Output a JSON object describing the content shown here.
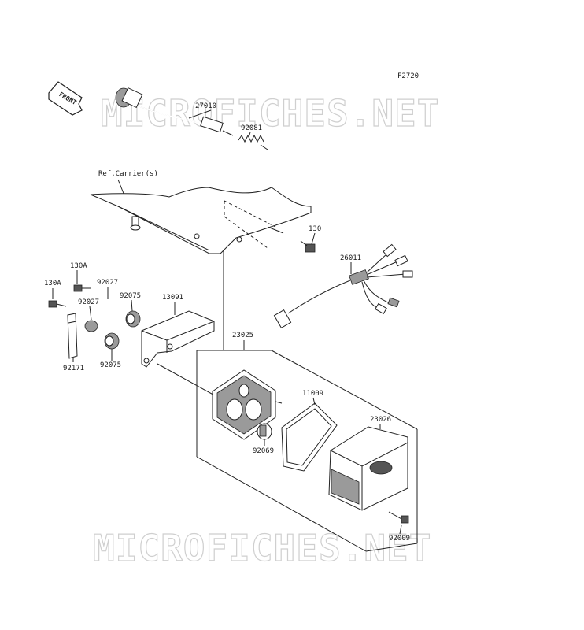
{
  "figure_code": "F2720",
  "watermark": "MICROFICHES.NET",
  "front_label": "FRONT",
  "reference_label": "Ref.Carrier(s)",
  "parts": {
    "p27010": "27010",
    "p92081": "92081",
    "p130": "130",
    "p26011": "26011",
    "p130A_top": "130A",
    "p130A_left": "130A",
    "p92027_top": "92027",
    "p92027_mid": "92027",
    "p92075_top": "92075",
    "p92075_bot": "92075",
    "p13091": "13091",
    "p92171": "92171",
    "p23025": "23025",
    "p11009": "11009",
    "p23026": "23026",
    "p92069": "92069",
    "p92009": "92009"
  }
}
